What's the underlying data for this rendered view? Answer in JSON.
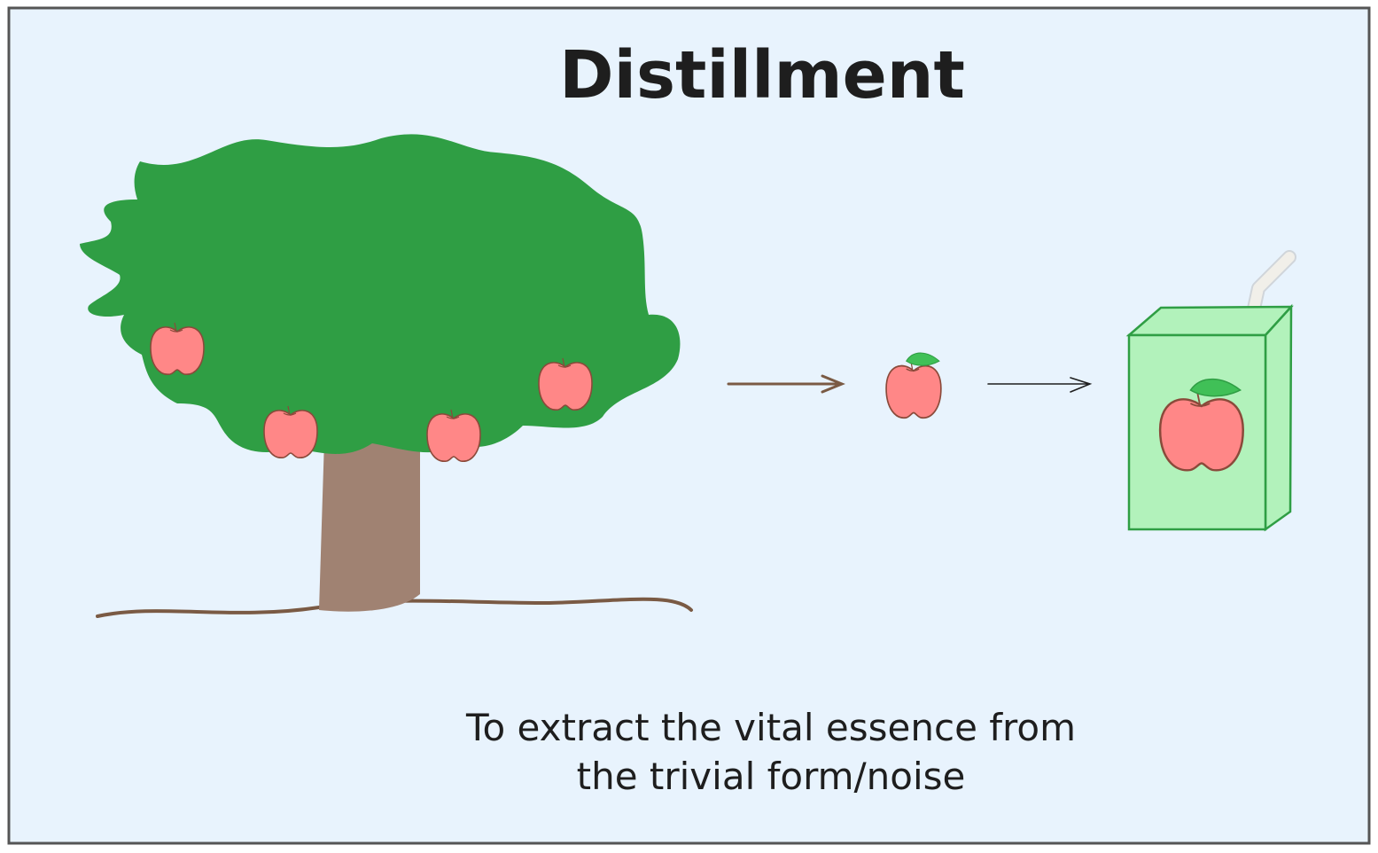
{
  "title": "Distillment",
  "caption": {
    "line1": "To extract the vital essence from",
    "line2": "the trivial form/noise"
  },
  "colors": {
    "background": "#e8f3fd",
    "frame": "#555555",
    "foliage": "#2f9e44",
    "trunk": "#a08272",
    "ground": "#7a5a44",
    "apple": "#ff8787",
    "apple_outline": "#8a4a3a",
    "leaf": "#40c057",
    "juice_box": "#b2f2bb",
    "juice_box_outline": "#2f9e44",
    "straw": "#f1efe9",
    "arrow_brown": "#7a5a44",
    "arrow_dark": "#1e1e1e"
  },
  "icons": [
    "apple-tree-icon",
    "apple-icon",
    "arrow-right-icon",
    "juice-box-icon"
  ]
}
